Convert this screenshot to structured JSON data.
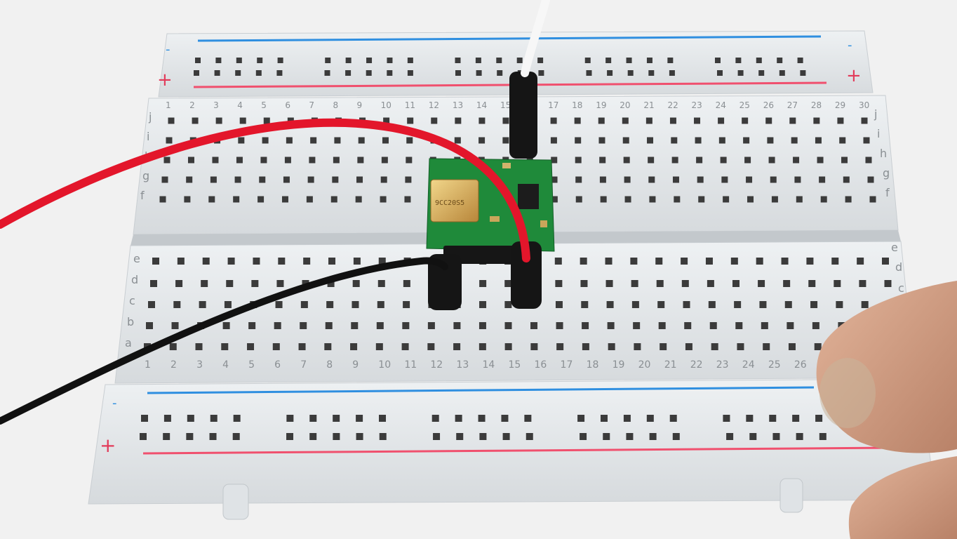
{
  "rail_plus": "+",
  "rail_minus": "-",
  "row_letters_top": [
    "f",
    "g",
    "h",
    "i",
    "j"
  ],
  "row_letters_bottom": [
    "a",
    "b",
    "c",
    "d",
    "e"
  ],
  "column_numbers": [
    "1",
    "2",
    "3",
    "4",
    "5",
    "6",
    "7",
    "8",
    "9",
    "10",
    "11",
    "12",
    "13",
    "14",
    "15",
    "16",
    "17",
    "18",
    "19",
    "20",
    "21",
    "22",
    "23",
    "24",
    "25",
    "26",
    "27",
    "28",
    "29",
    "30"
  ],
  "chip_marking": "9CC20S5",
  "colors": {
    "background": "#f1f1f1",
    "board": "#e3e6e8",
    "hole": "#3b3b3b",
    "rail_blue": "#2f8fe0",
    "rail_red": "#f0506e",
    "pcb": "#1f8a3a",
    "wire_red": "#e3162b",
    "wire_black": "#111111",
    "wire_white": "#f7f7f7",
    "crystal": "#cfa346",
    "skin": "#d2a389"
  }
}
